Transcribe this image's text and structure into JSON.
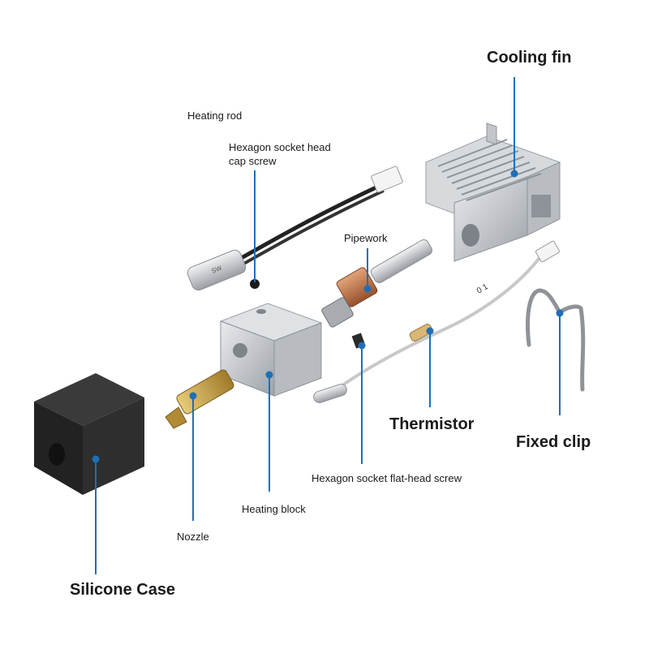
{
  "labels": {
    "cooling_fin": "Cooling fin",
    "heating_rod": "Heating rod",
    "hex_cap_screw_line1": "Hexagon socket head",
    "hex_cap_screw_line2": "cap screw",
    "pipework": "Pipework",
    "thermistor": "Thermistor",
    "fixed_clip": "Fixed clip",
    "hex_flat_screw": "Hexagon socket flat-head screw",
    "heating_block": "Heating block",
    "nozzle": "Nozzle",
    "silicone_case": "Silicone Case"
  },
  "colors": {
    "leader_line": "#1f6fb5",
    "aluminum": "#c9ccd0",
    "silicone": "#2a2a2a",
    "brass": "#c9a24a",
    "copper": "#c0784a",
    "text": "#1a1a1a"
  },
  "thermistor_marking": "0 1"
}
